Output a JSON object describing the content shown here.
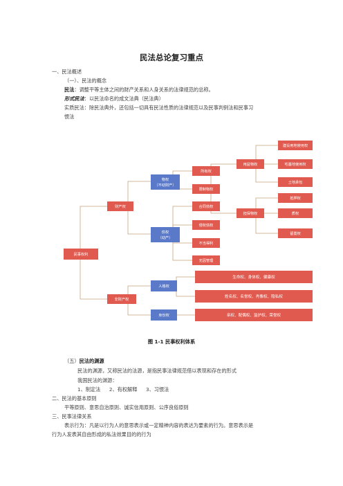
{
  "title": "民法总论复习重点",
  "sec1": {
    "heading": "一、民法概述",
    "sub1": "（一）、民法的概念",
    "def_label": "民法",
    "def_text": "：调整平等主体之间的财产关系和人身关系的法律规范的总称。",
    "formal_label": "形式民法",
    "formal_text": "：以民法命名的成文法典（民法典）",
    "substantive_1": "实质民法：除民法典外，还包括一切具有民法性质的法律规范以及民事判例法和民事习",
    "substantive_2": "惯法"
  },
  "diagram": {
    "root": "民事权利",
    "property": "财产权",
    "nonproperty": "非财产权",
    "real_right": "物权\n（不动财产）",
    "creditor": "债权\n（动产）",
    "ownership": "所有权",
    "limited_real": "限制物权",
    "usufruct": "用益物权",
    "security": "担保物权",
    "u1": "建设用地使用权",
    "u2": "宅基地使用权",
    "u3": "土地承包",
    "s1": "抵押权",
    "s2": "质权",
    "s3": "留置权",
    "contract": "合同债权",
    "tort": "侵权债权",
    "unjust": "不当得利",
    "negotiorum": "无因管理",
    "personality": "人格权",
    "status": "身份权",
    "p1": "生命权、身体权、健康权",
    "p2": "姓名权、名誉权、肖像权、隐私权",
    "st1": "亲权、配偶权、监护权、荣誉权"
  },
  "caption": "图 1-1 民事权利体系",
  "sec5": {
    "heading_prefix": "（五）",
    "heading": "民法的渊源",
    "l1": "民法的渊源，又称民法的法源，是指民事法律规范借以表现和存在的形式",
    "l2": "我国民法的渊源：",
    "sources": [
      "1、制定法",
      "2、有权解释",
      "3、习惯法"
    ]
  },
  "sec2": {
    "heading": "二、民法的基本原则",
    "l1": "平等原则、意思自治原则、诚实信用原则、公序良俗原则"
  },
  "sec3": {
    "heading": "三、民事法律关系",
    "l1": "表示行为：凡是以行为人的意思表示或一定精神内容的表达为要素的行为。意思表示是",
    "l2": "行为人发表其自由形成的私法效果目的的行为"
  },
  "colors": {
    "red_box": "#e05a4f",
    "blue_box": "#5a79c8",
    "edge": "#c8a37a"
  }
}
